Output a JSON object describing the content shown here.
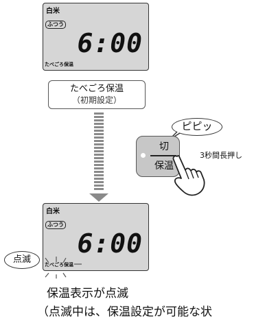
{
  "lcd_top": {
    "rice_type": "白米",
    "cook_mode": "ふつう",
    "time": "6:00",
    "keep_warm": "たべごろ保温"
  },
  "mode_box": {
    "line1": "たべごろ保温",
    "line2": "（初期設定）"
  },
  "button": {
    "top_label": "切",
    "bottom_label": "保温",
    "sound": "ピピッ",
    "action": "3秒間長押し"
  },
  "lcd_bottom": {
    "rice_type": "白米",
    "cook_mode": "ふつう",
    "time": "6:00",
    "keep_warm": "たべごろ保温"
  },
  "flash_label": "点滅",
  "caption": {
    "line1": "保温表示が点滅",
    "line2": "（点滅中は、保温設定が可能な状"
  }
}
